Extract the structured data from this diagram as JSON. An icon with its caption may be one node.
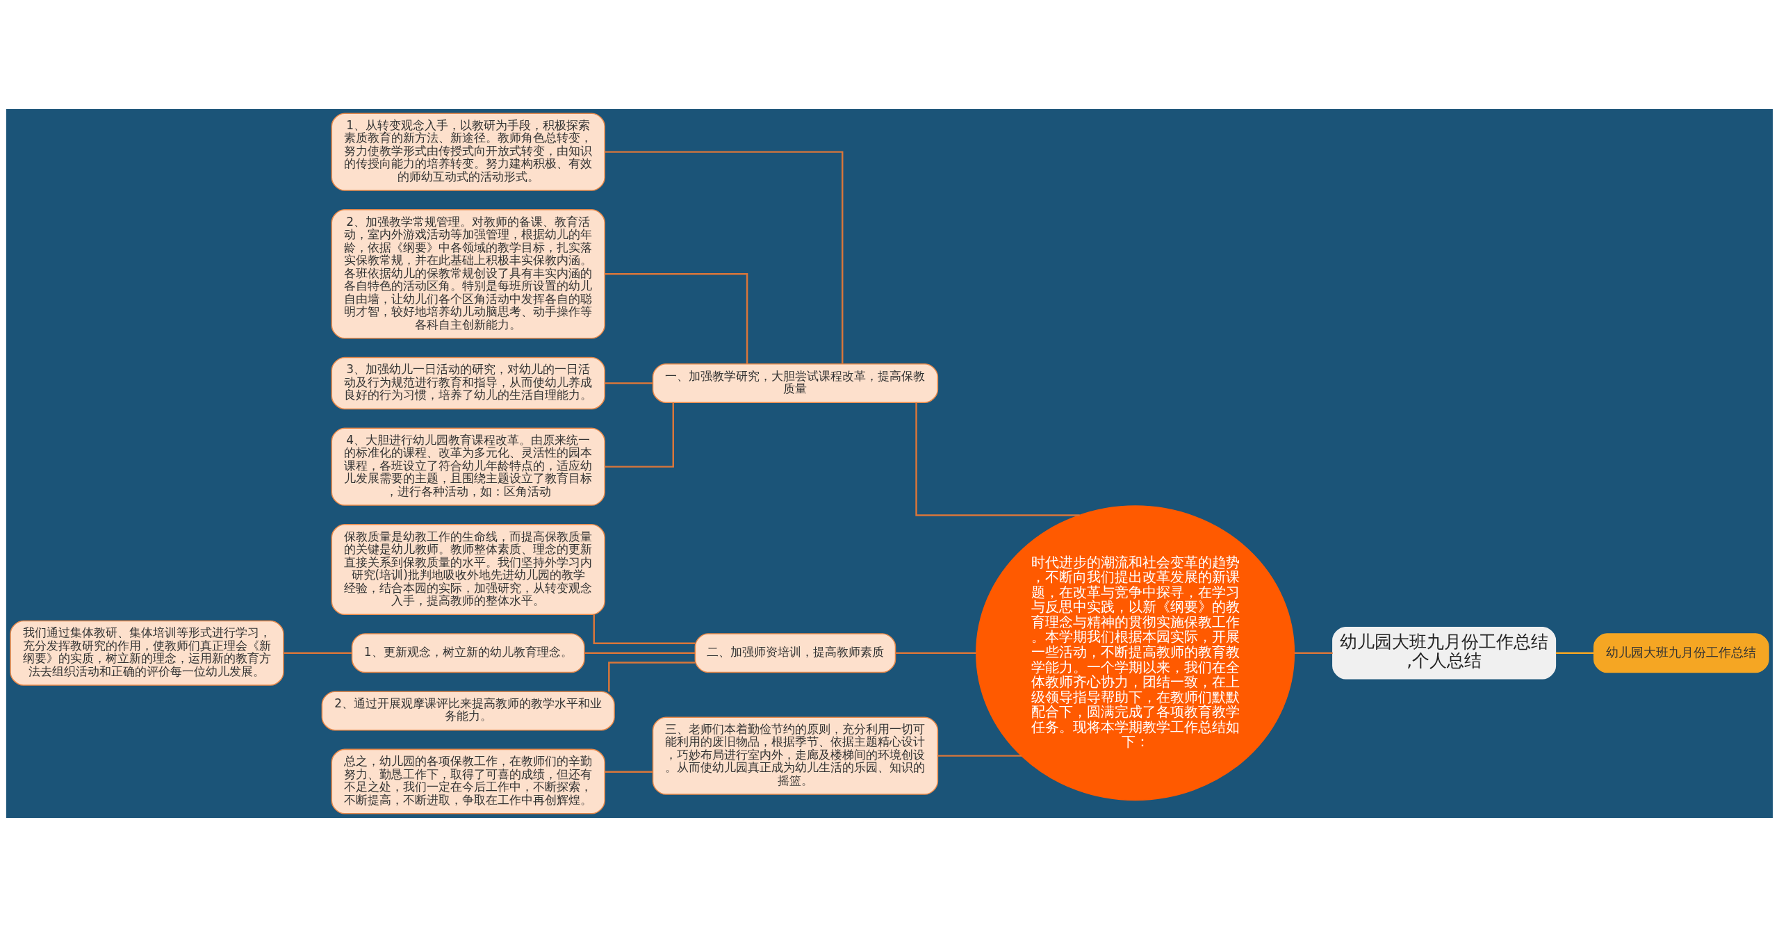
{
  "diagram": {
    "nodes": [
      {
        "text": [
          "幼儿园大班九月份工作总结,个人总结"
        ]
      },
      {
        "text": [
          "幼儿园大班九月份工作总结"
        ]
      },
      {
        "text": [
          "时代进步的潮流和社会变革的趋势，不断向我们提出改革发展的新课题，在改革与竞争中探寻，在学习与反思中实践，以新《纲要》的教育理念与精神的贯彻实施保教工作。本学期我们根据本园实际，开展一些活动，不断提高教师的教育教学能力。一个学期以来，我们在全体教师齐心协力，团结一致，在上级领导指导帮助下，在教师们默默配合下，圆满完成了各项教育教学任务。现将本学期教学工作总结如下："
        ]
      },
      {
        "text": [
          "一、加强教学研究，大胆尝试课程改革，提高保教质量"
        ]
      },
      {
        "text": [
          "1、从转变观念入手，以教研为手段，积极探索素质教育的新方法、新途径。教师角色总转变，努力使教学形式由传授式向开放式转变，由知识的传授向能力的培养转变。努力建构积极、有效的师幼互动式的活动形式。"
        ]
      },
      {
        "text": [
          "2、加强教学常规管理。对教师的备课、教育活动，室内外游戏活动等加强管理，根据幼儿的年龄，依据《纲要》中各领域的教学目标，扎实落实保教常规，并在此基础上积极丰实保教内涵。各班依据幼儿的保教常规创设了具有丰实内涵的各自特色的活动区角。特别是每班所设置的幼儿自由墙，让幼儿们各个区角活动中发挥各自的聪明才智，较好地培养幼儿动脑思考、动手操作等各科自主创新能力。"
        ]
      },
      {
        "text": [
          "3、加强幼儿一日活动的研究，对幼儿的一日活动及行为规范进行教育和指导，从而使幼儿养成良好的行为习惯，培养了幼儿的生活自理能力。"
        ]
      },
      {
        "text": [
          "4、大胆进行幼儿园教育课程改革。由原来统一的标准化的课程、改革为多元化、灵活性的园本课程，各班设立了符合幼儿年龄特点的，适应幼儿发展需要的主题，且围绕主题设立了教育目标，进行各种活动，如：区角活动"
        ]
      },
      {
        "text": [
          "二、加强师资培训，提高教师素质"
        ]
      },
      {
        "text": [
          "保教质量是幼教工作的生命线，而提高保教质量的关键是幼儿教师。教师整体素质、理念的更新直接关系到保教质量的水平。我们坚持外学习内研究(培训)批判地吸收外地先进幼儿园的教学经验，结合本园的实际，加强研究，从转变观念入手，提高教师的整体水平。"
        ]
      },
      {
        "text": [
          "1、更新观念，树立新的幼儿教育理念。"
        ]
      },
      {
        "text": [
          "我们通过集体教研、集体培训等形式进行学习，充分发挥教研究的作用，使教师们真正理会《新纲要》的实质，树立新的理念，运用新的教育方法去组织活动和正确的评价每一位幼儿发展。"
        ]
      },
      {
        "text": [
          "2、通过开展观摩课评比来提高教师的教学水平和业务能力。"
        ]
      },
      {
        "text": [
          "三、老师们本着勤俭节约的原则，充分利用一切可能利用的废旧物品，根据季节、依据主题精心设计，巧妙布局进行室内外，走廊及楼梯间的环境创设。从而使幼儿园真正成为幼儿生活的乐园、知识的摇篮。"
        ]
      },
      {
        "text": [
          "总之，幼儿园的各项保教工作，在教师们的辛勤努力、勤恳工作下，取得了可喜的成绩，但还有不足之处，我们一定在今后工作中，不断探索，不断提高，不断进取，争取在工作中再创辉煌。"
        ]
      }
    ],
    "edges": [
      {
        "from": 1,
        "to": 0,
        "arrow": "none",
        "color": "#f5a623"
      },
      {
        "from": 0,
        "to": 2,
        "arrow": "none"
      },
      {
        "from": 2,
        "to": 3,
        "arrow": "none"
      },
      {
        "from": 3,
        "to": 4,
        "arrow": "none"
      },
      {
        "from": 3,
        "to": 5,
        "arrow": "none"
      },
      {
        "from": 3,
        "to": 6,
        "arrow": "none"
      },
      {
        "from": 3,
        "to": 7,
        "arrow": "none"
      },
      {
        "from": 2,
        "to": 8,
        "arrow": "none"
      },
      {
        "from": 8,
        "to": 9,
        "arrow": "none"
      },
      {
        "from": 8,
        "to": 10,
        "arrow": "none"
      },
      {
        "from": 10,
        "to": 11,
        "arrow": "none"
      },
      {
        "from": 8,
        "to": 12,
        "arrow": "none"
      },
      {
        "from": 2,
        "to": 13,
        "arrow": "none"
      },
      {
        "from": 13,
        "to": 14,
        "arrow": "none"
      }
    ]
  }
}
